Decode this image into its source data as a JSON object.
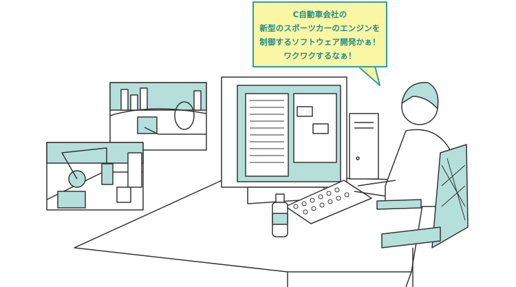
{
  "speech_bubble": {
    "lines": [
      "C自動車会社の",
      "新型のスポーツカーのエンジンを",
      "制御するソフトウェア開発かぁ！",
      "ワクワクするなぁ！"
    ]
  },
  "colors": {
    "line": "#333333",
    "teal_fill": "#b4dfdb",
    "bubble_fill": "#fbf6a3",
    "bubble_border": "#2a9e9e",
    "bubble_text": "#1e8f8f"
  }
}
